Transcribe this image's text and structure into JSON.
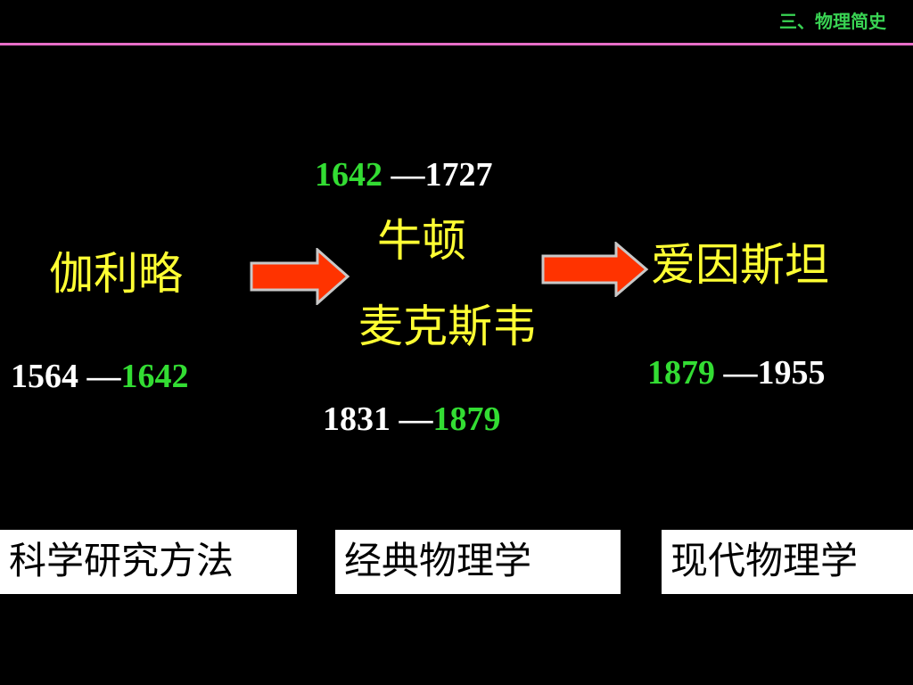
{
  "header": {
    "title": "三、物理简史",
    "line_color": "#e86ec8",
    "title_color": "#39d353"
  },
  "people": {
    "galileo": {
      "name": "伽利略",
      "year_start": "1564",
      "dash": " —",
      "year_end": "1642"
    },
    "newton": {
      "name": "牛顿",
      "year_start": "1642",
      "dash": " —",
      "year_end": "1727"
    },
    "maxwell": {
      "name": "麦克斯韦",
      "year_start": "1831",
      "dash": " —",
      "year_end": "1879"
    },
    "einstein": {
      "name": "爱因斯坦",
      "year_start": "1879",
      "dash": " —",
      "year_end": "1955"
    }
  },
  "labels": {
    "method": "科学研究方法",
    "classical": "经典物理学",
    "modern": "现代物理学"
  },
  "colors": {
    "name": "#ffff33",
    "highlight_year": "#33dd33",
    "arrow_fill": "#ff3300",
    "arrow_stroke": "#cccccc"
  }
}
